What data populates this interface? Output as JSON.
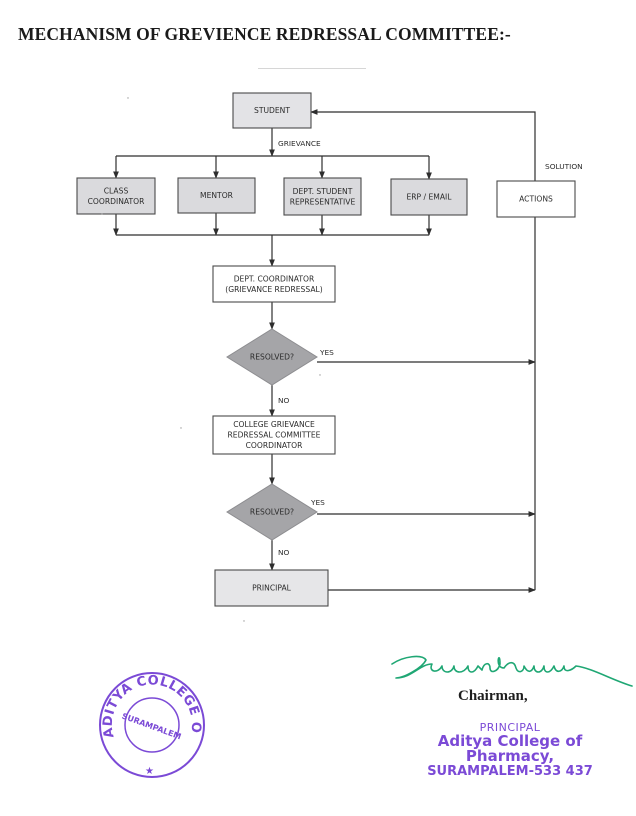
{
  "document": {
    "title": "MECHANISM OF GREVIENCE REDRESSAL COMMITTEE:-"
  },
  "flowchart": {
    "nodes": {
      "student": {
        "lines": [
          "STUDENT"
        ],
        "shape": "rect",
        "fill": "#e3e3e6"
      },
      "class_coordinator": {
        "lines": [
          "CLASS",
          "COORDINATOR"
        ],
        "shape": "rect",
        "fill": "#dadadd"
      },
      "mentor": {
        "lines": [
          "MENTOR"
        ],
        "shape": "rect",
        "fill": "#dadadd"
      },
      "dept_student_rep": {
        "lines": [
          "DEPT. STUDENT",
          "REPRESENTATIVE"
        ],
        "shape": "rect",
        "fill": "#dadadd"
      },
      "erp_email": {
        "lines": [
          "ERP / EMAIL"
        ],
        "shape": "rect",
        "fill": "#dadadd"
      },
      "actions": {
        "lines": [
          "ACTIONS"
        ],
        "shape": "rect",
        "fill": "#ffffff"
      },
      "dept_coordinator": {
        "lines": [
          "DEPT. COORDINATOR",
          "(GRIEVANCE REDRESSAL)"
        ],
        "shape": "rect",
        "fill": "#ffffff"
      },
      "resolved_1": {
        "lines": [
          "RESOLVED?"
        ],
        "shape": "diamond",
        "fill": "#a5a5a8"
      },
      "college_committee": {
        "lines": [
          "COLLEGE GRIEVANCE",
          "REDRESSAL COMMITTEE",
          "COORDINATOR"
        ],
        "shape": "rect",
        "fill": "#ffffff"
      },
      "resolved_2": {
        "lines": [
          "RESOLVED?"
        ],
        "shape": "diamond",
        "fill": "#a5a5a8"
      },
      "principal": {
        "lines": [
          "PRINCIPAL"
        ],
        "shape": "rect",
        "fill": "#e6e6e8"
      }
    },
    "edge_labels": {
      "grievance": "GRIEVANCE",
      "solution": "SOLUTION",
      "yes_1": "YES",
      "no_1": "NO",
      "yes_2": "YES",
      "no_2": "NO"
    },
    "edges": [
      {
        "from": "student",
        "to": "class_coordinator",
        "label": "GRIEVANCE"
      },
      {
        "from": "student",
        "to": "mentor",
        "label": "GRIEVANCE"
      },
      {
        "from": "student",
        "to": "dept_student_rep",
        "label": "GRIEVANCE"
      },
      {
        "from": "student",
        "to": "erp_email",
        "label": "GRIEVANCE"
      },
      {
        "from": "class_coordinator",
        "to": "dept_coordinator"
      },
      {
        "from": "mentor",
        "to": "dept_coordinator"
      },
      {
        "from": "dept_student_rep",
        "to": "dept_coordinator"
      },
      {
        "from": "erp_email",
        "to": "dept_coordinator"
      },
      {
        "from": "dept_coordinator",
        "to": "resolved_1"
      },
      {
        "from": "resolved_1",
        "to": "actions",
        "label": "YES"
      },
      {
        "from": "resolved_1",
        "to": "college_committee",
        "label": "NO"
      },
      {
        "from": "college_committee",
        "to": "resolved_2"
      },
      {
        "from": "resolved_2",
        "to": "actions",
        "label": "YES"
      },
      {
        "from": "resolved_2",
        "to": "principal",
        "label": "NO"
      },
      {
        "from": "principal",
        "to": "actions"
      },
      {
        "from": "actions",
        "to": "student",
        "label": "SOLUTION"
      }
    ],
    "line_color": "#2e2e2e"
  },
  "signature_block": {
    "signature_color": "#1fa774",
    "role": "Chairman,",
    "stamp_color": "#7b4ad6",
    "stamp_title": "PRINCIPAL",
    "stamp_college": "Aditya College of Pharmacy,",
    "stamp_address": "SURAMPALEM-533 437"
  },
  "seal": {
    "outer_text": "ADITYA COLLEGE OF PHARMACY",
    "inner_text": "SURAMPALEM",
    "symbol": "★",
    "color": "#7b4ad6"
  }
}
